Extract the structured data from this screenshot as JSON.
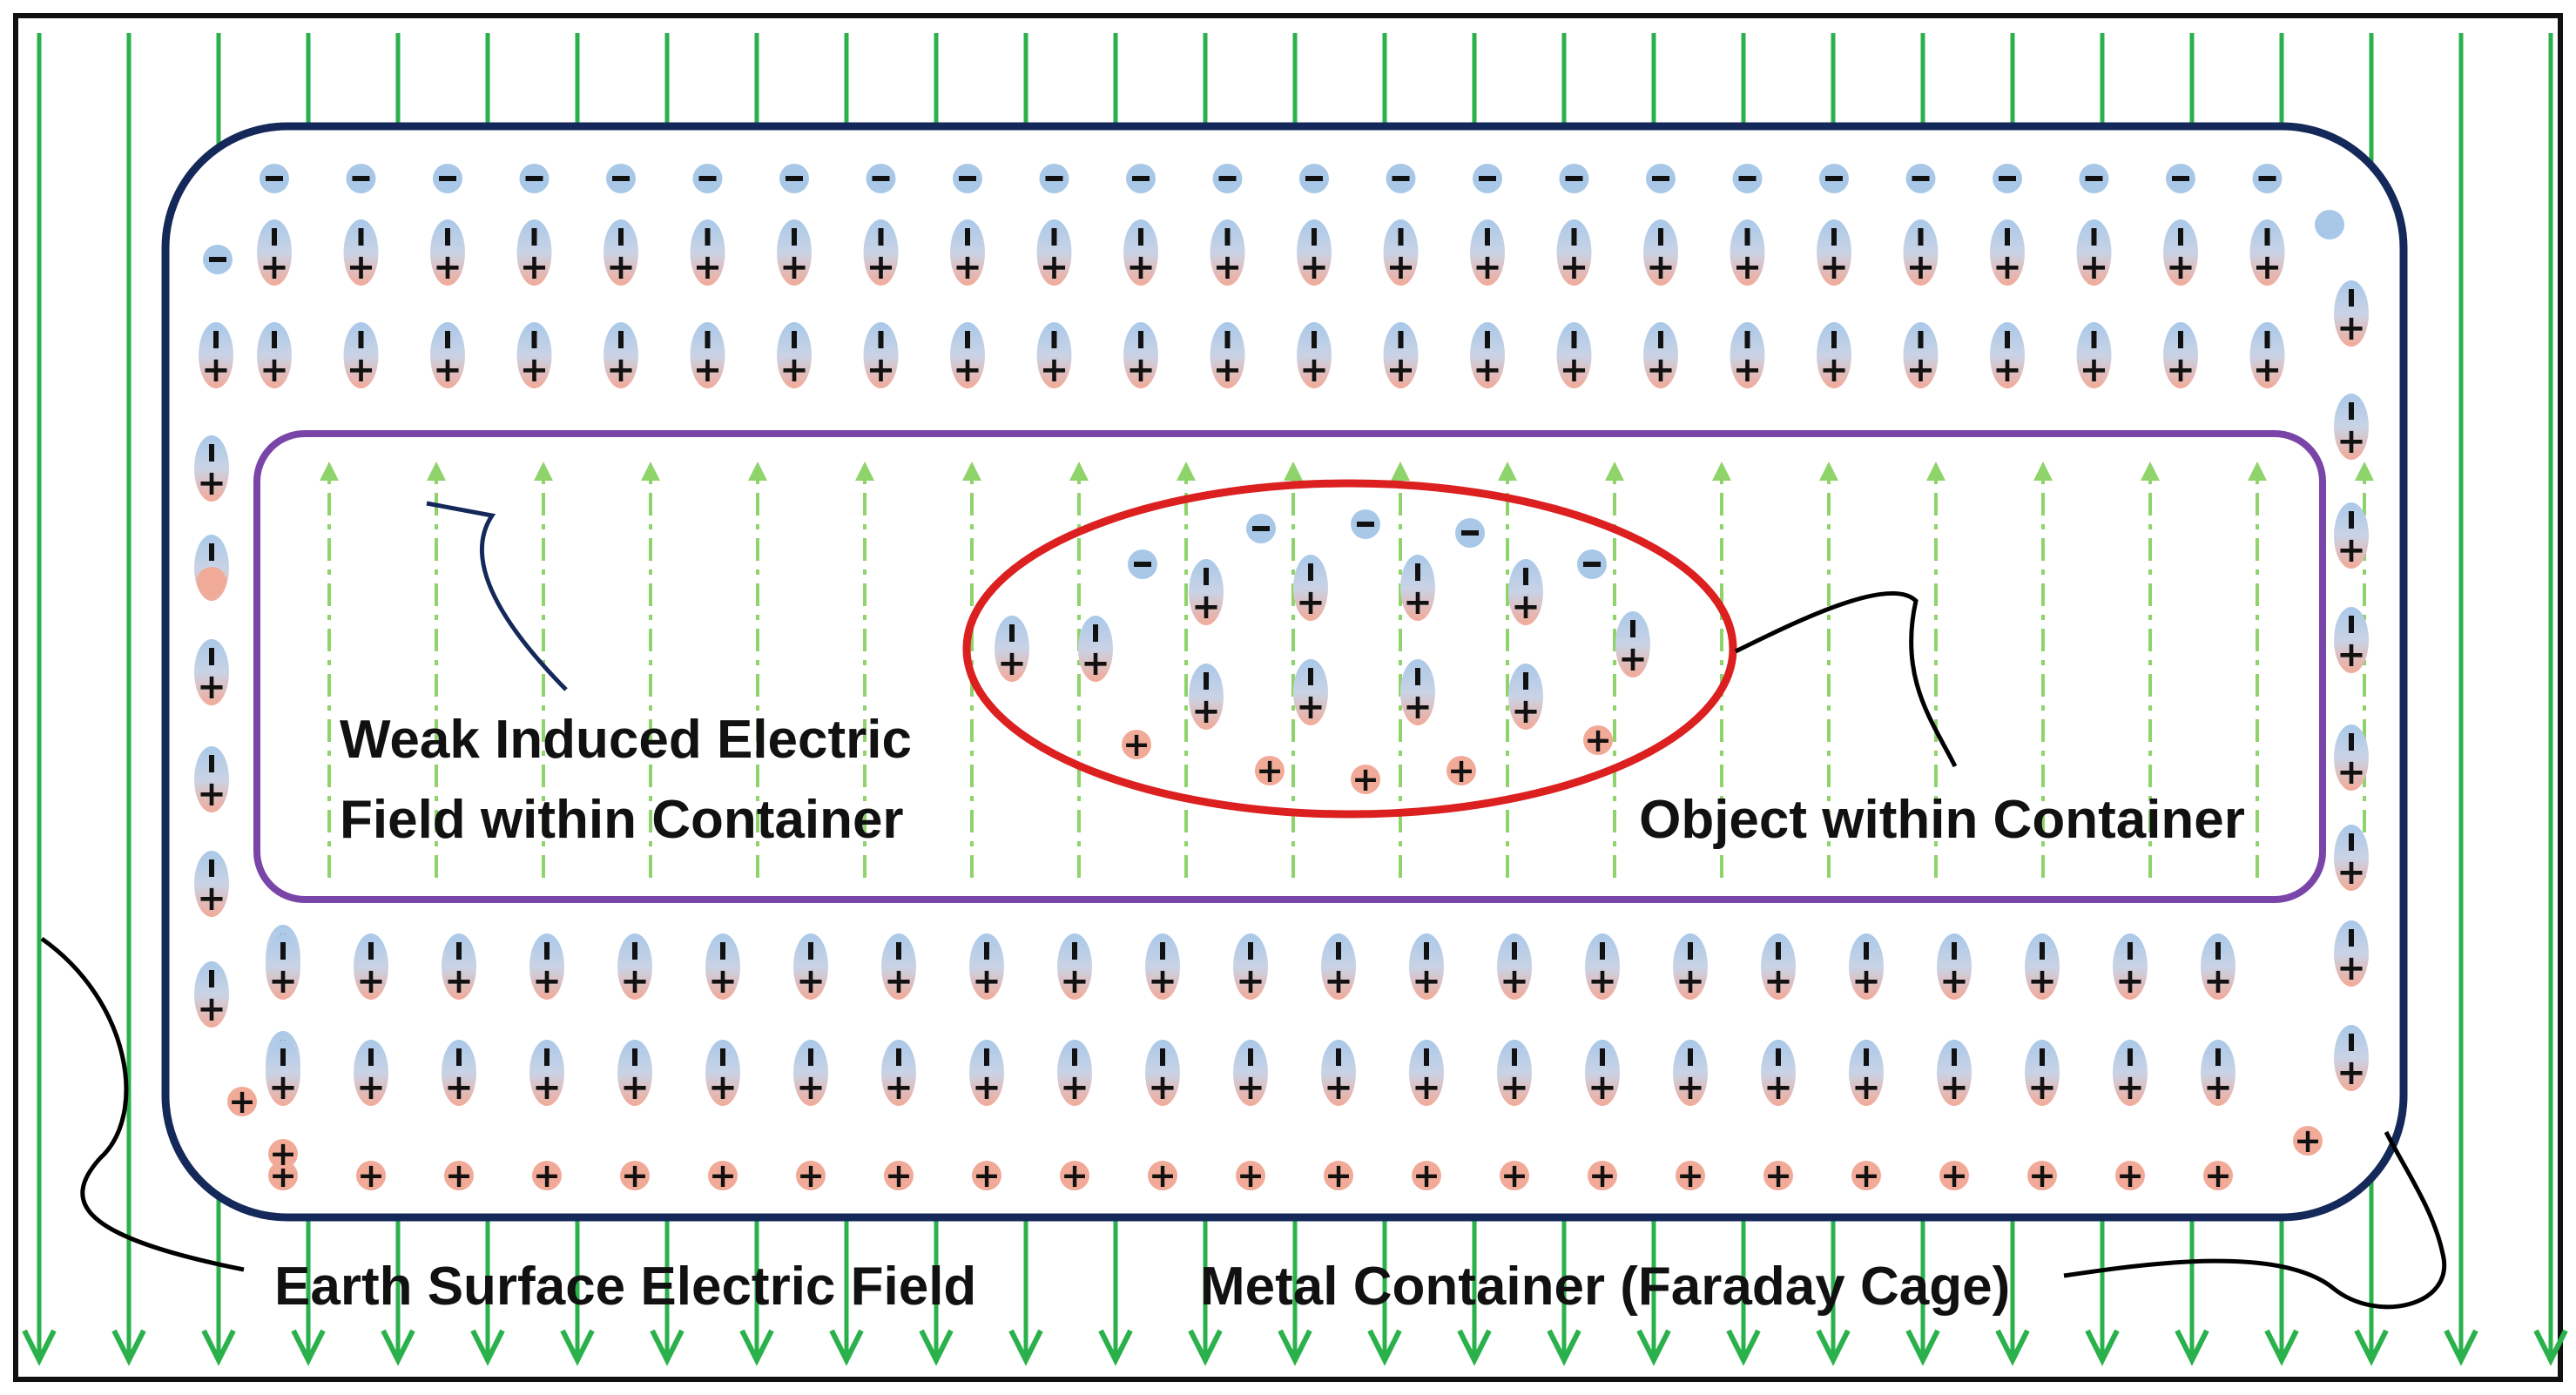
{
  "labels": {
    "weak_field": [
      "Weak Induced Electric",
      "Field within Container"
    ],
    "object": "Object within Container",
    "earth_field": "Earth Surface Electric Field",
    "metal_container": "Metal Container (Faraday Cage)"
  },
  "symbols": {
    "plus": "+",
    "minus": "−"
  },
  "colors": {
    "frame": "#111111",
    "earth_field_lines": "#2bb14c",
    "induced_field_lines": "#8fd36b",
    "metal_container": "#14285a",
    "inner_region": "#7a45a8",
    "object": "#dc1f1f",
    "negative_charge": "#a9c8e8",
    "positive_charge": "#f2aa98",
    "leader_lines": "#000000"
  }
}
